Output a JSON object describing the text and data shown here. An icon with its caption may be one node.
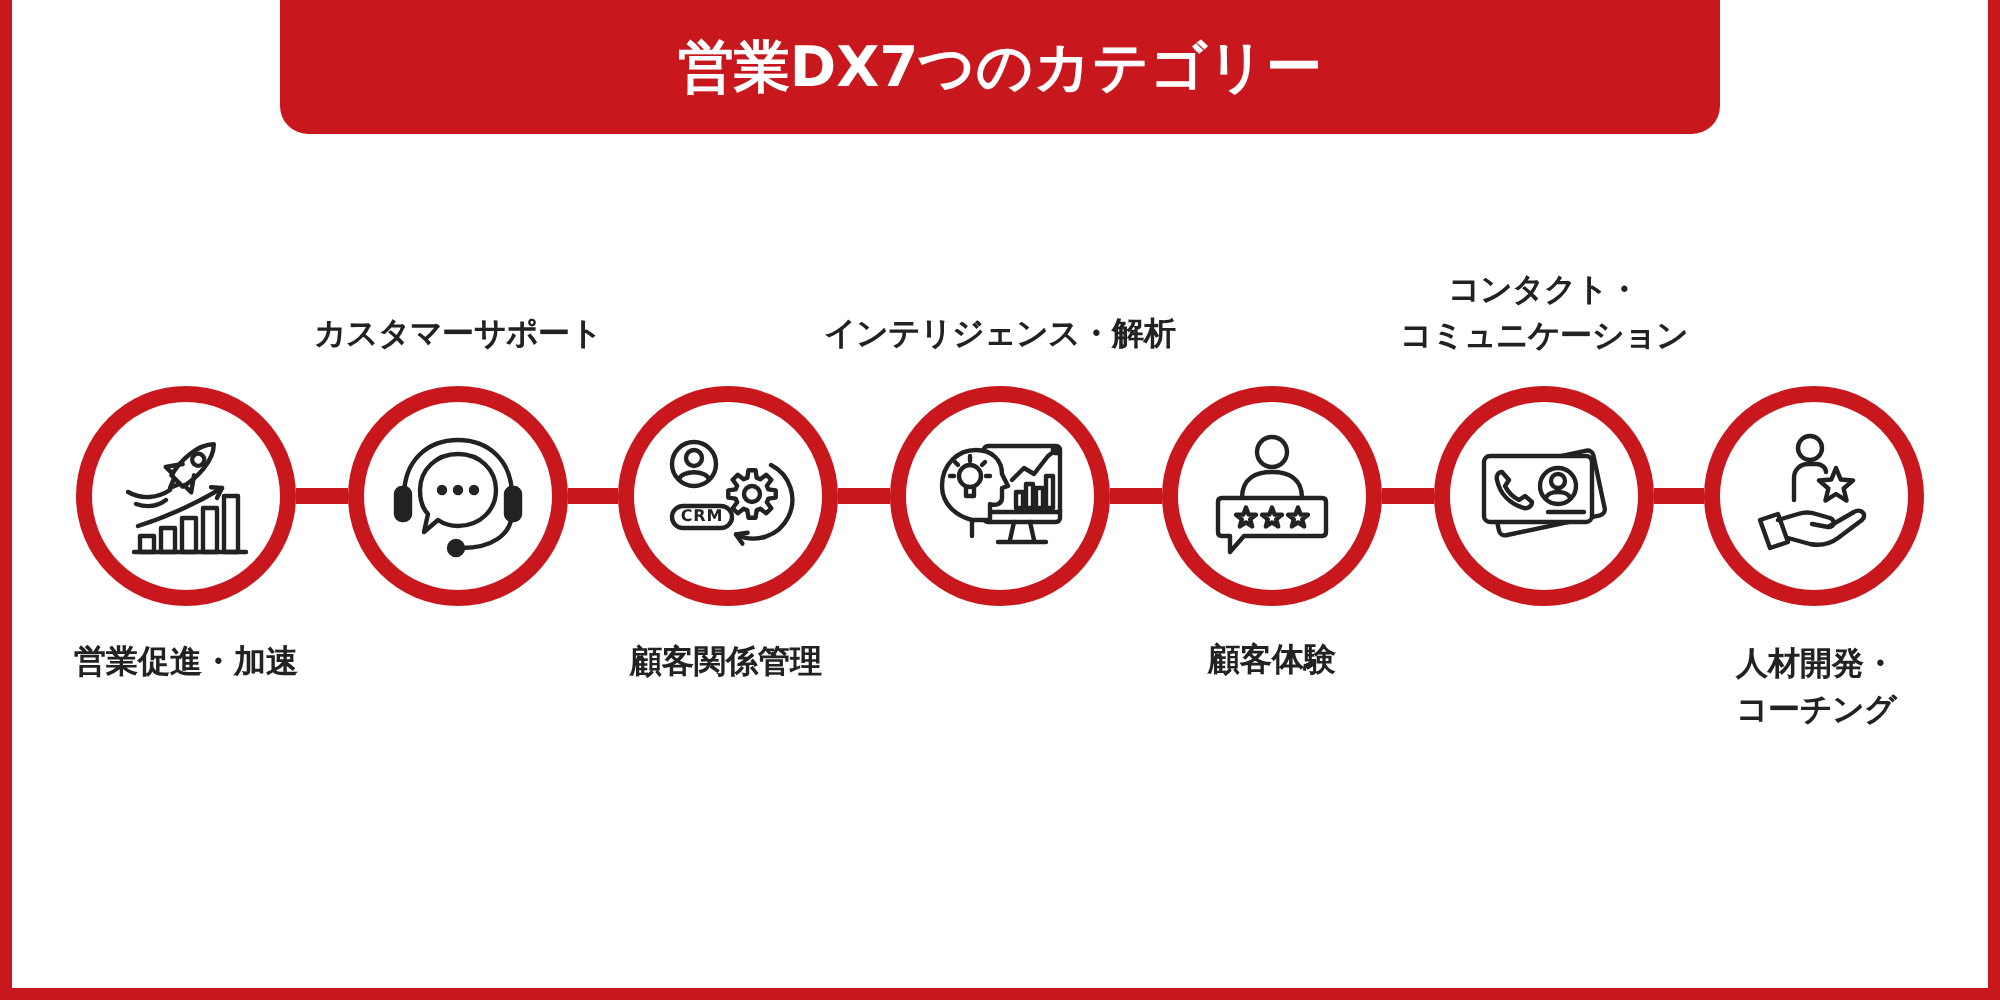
{
  "diagram": {
    "title": "営業DX7つのカテゴリー",
    "nodes": [
      {
        "text": [
          "営業促進・加速"
        ]
      },
      {
        "text": [
          "カスタマーサポート"
        ]
      },
      {
        "text": [
          "顧客関係管理"
        ]
      },
      {
        "text": [
          "インテリジェンス・解析"
        ]
      },
      {
        "text": [
          "顧客体験"
        ]
      },
      {
        "text": [
          "コンタクト・コミュニケーション"
        ]
      },
      {
        "text": [
          "人材開発・コーチング"
        ]
      }
    ],
    "edges": [
      {
        "from": 0,
        "to": 1,
        "arrow": "none"
      },
      {
        "from": 1,
        "to": 2,
        "arrow": "none"
      },
      {
        "from": 2,
        "to": 3,
        "arrow": "none"
      },
      {
        "from": 3,
        "to": 4,
        "arrow": "none"
      },
      {
        "from": 4,
        "to": 5,
        "arrow": "none"
      },
      {
        "from": 5,
        "to": 6,
        "arrow": "none"
      }
    ],
    "labels": [
      "CRM"
    ]
  }
}
